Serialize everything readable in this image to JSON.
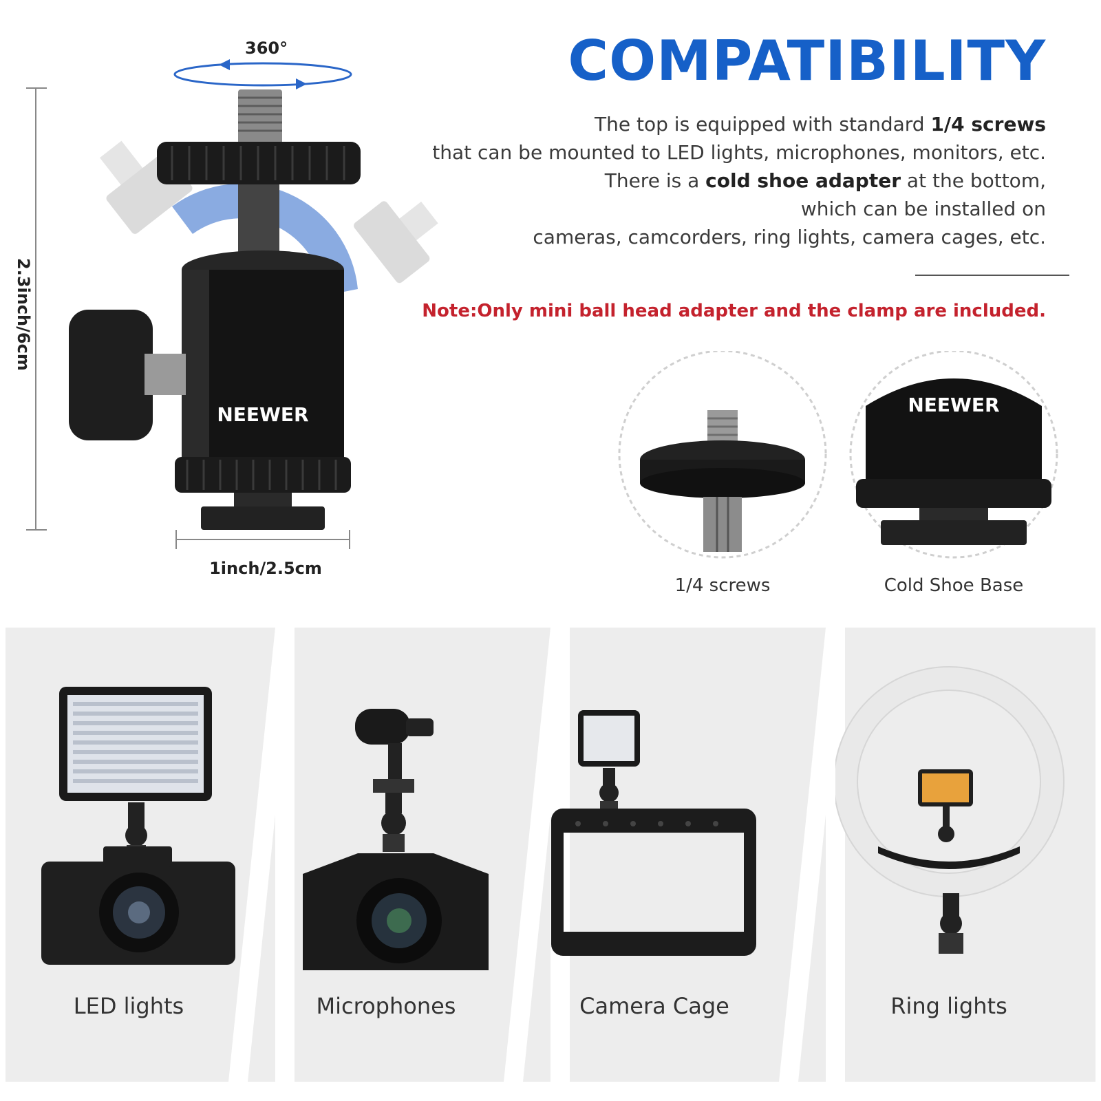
{
  "header": {
    "title": "COMPATIBILITY",
    "desc_lines": [
      {
        "pre": "The top is equipped with standard ",
        "bold": "1/4 screws",
        "post": ""
      },
      {
        "pre": "that can be mounted to LED lights, microphones, monitors, etc.",
        "bold": "",
        "post": ""
      },
      {
        "pre": "There is a ",
        "bold": "cold shoe adapter",
        "post": " at the bottom,"
      },
      {
        "pre": "which can be installed on",
        "bold": "",
        "post": ""
      },
      {
        "pre": "cameras, camcorders, ring lights, camera cages, etc.",
        "bold": "",
        "post": ""
      }
    ],
    "note": "Note:Only mini ball head adapter and the clamp are included."
  },
  "product": {
    "rotation_label": "360°",
    "height_label": "2.3inch/6cm",
    "width_label": "1inch/2.5cm",
    "brand": "NEEWER"
  },
  "details": [
    {
      "label": "1/4 screws"
    },
    {
      "label": "Cold Shoe Base",
      "brand": "NEEWER"
    }
  ],
  "uses": [
    {
      "label": "LED lights"
    },
    {
      "label": "Microphones"
    },
    {
      "label": "Camera Cage"
    },
    {
      "label": "Ring lights"
    }
  ],
  "colors": {
    "title_blue": "#1660c8",
    "note_red": "#c4222d",
    "panel_gray": "#ededed"
  }
}
